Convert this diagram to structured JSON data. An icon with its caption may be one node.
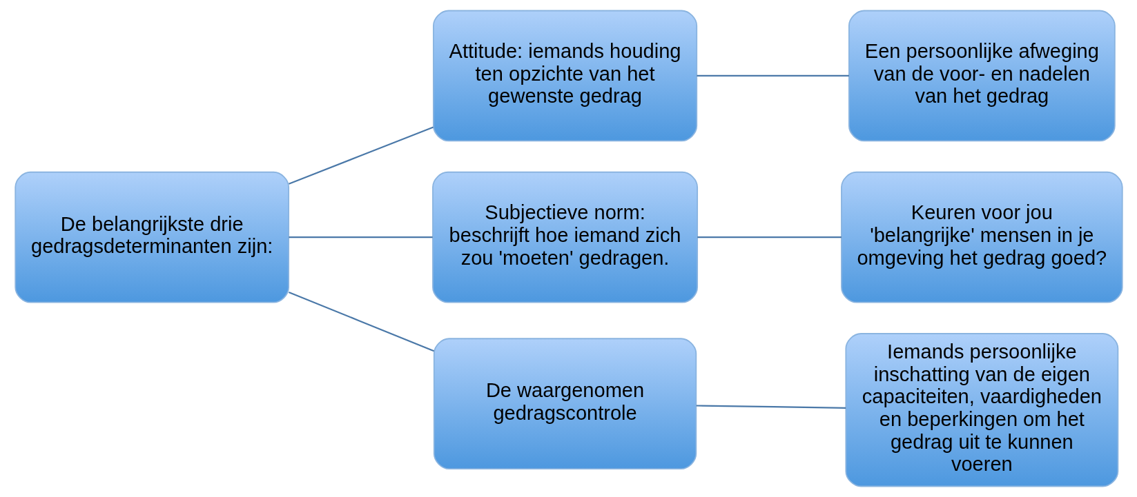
{
  "diagram": {
    "nodes": [
      {
        "text": [
          "De belangrijkste drie gedragsdeterminanten zijn:"
        ]
      },
      {
        "text": [
          "Attitude: iemands houding ten opzichte van het gewenste gedrag"
        ]
      },
      {
        "text": [
          "Subjectieve norm: beschrijft hoe iemand zich zou 'moeten' gedragen."
        ]
      },
      {
        "text": [
          "De waargenomen gedragscontrole"
        ]
      },
      {
        "text": [
          "Een persoonlijke afweging van de voor- en nadelen van het gedrag"
        ]
      },
      {
        "text": [
          "Keuren voor jou 'belangrijke' mensen in je omgeving het gedrag goed?"
        ]
      },
      {
        "text": [
          "Iemands persoonlijke inschatting van de eigen capaciteiten, vaardigheden en beperkingen om het gedrag uit te kunnen voeren"
        ]
      }
    ],
    "edges": [
      {
        "from": 0,
        "to": 1,
        "arrow": "none"
      },
      {
        "from": 0,
        "to": 2,
        "arrow": "none"
      },
      {
        "from": 0,
        "to": 3,
        "arrow": "none"
      },
      {
        "from": 1,
        "to": 4,
        "arrow": "none"
      },
      {
        "from": 2,
        "to": 5,
        "arrow": "none"
      },
      {
        "from": 3,
        "to": 6,
        "arrow": "none"
      }
    ]
  }
}
